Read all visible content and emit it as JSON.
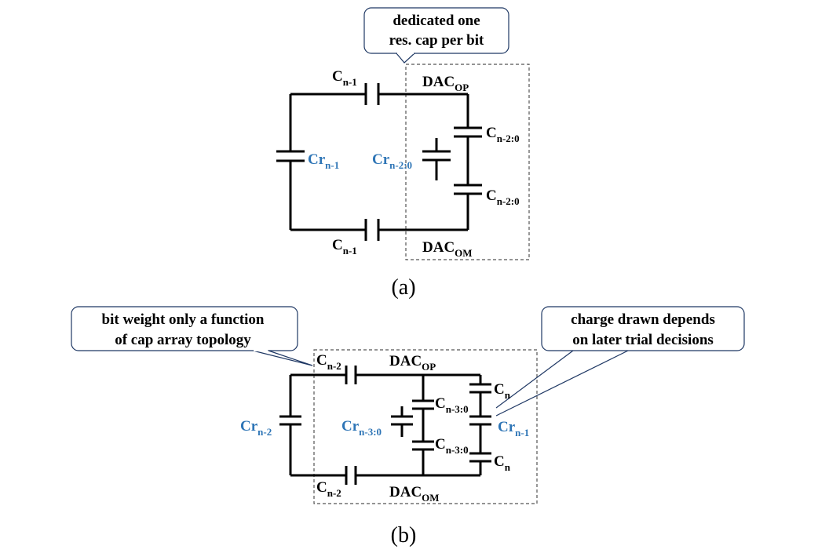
{
  "panel_a": {
    "caption": "(a)",
    "callout": {
      "line1": "dedicated one",
      "line2": "res. cap per bit"
    },
    "top_cap": {
      "base": "C",
      "sub": "n-1"
    },
    "bottom_cap": {
      "base": "C",
      "sub": "n-1"
    },
    "dac_top": {
      "base": "DAC",
      "sub": "OP"
    },
    "dac_bottom": {
      "base": "DAC",
      "sub": "OM"
    },
    "left_res": {
      "base": "Cr",
      "sub": "n-1"
    },
    "inner_res": {
      "base": "Cr",
      "sub": "n-2:0"
    },
    "right_cap_top": {
      "base": "C",
      "sub": "n-2:0"
    },
    "right_cap_bottom": {
      "base": "C",
      "sub": "n-2:0"
    }
  },
  "panel_b": {
    "caption": "(b)",
    "callout_left": {
      "line1": "bit weight only a function",
      "line2": "of cap array topology"
    },
    "callout_right": {
      "line1": "charge drawn depends",
      "line2": "on later trial decisions"
    },
    "top_cap": {
      "base": "C",
      "sub": "n-2"
    },
    "bottom_cap": {
      "base": "C",
      "sub": "n-2"
    },
    "dac_top": {
      "base": "DAC",
      "sub": "OP"
    },
    "dac_bottom": {
      "base": "DAC",
      "sub": "OM"
    },
    "left_res": {
      "base": "Cr",
      "sub": "n-2"
    },
    "inner_res": {
      "base": "Cr",
      "sub": "n-3:0"
    },
    "mid_cap_top": {
      "base": "C",
      "sub": "n-3:0"
    },
    "mid_cap_bottom": {
      "base": "C",
      "sub": "n-3:0"
    },
    "right_cap_top": {
      "base": "C",
      "sub": "n"
    },
    "right_cap_bottom": {
      "base": "C",
      "sub": "n"
    },
    "right_res": {
      "base": "Cr",
      "sub": "n-1"
    }
  },
  "colors": {
    "resistor_label": "#2E75B6",
    "callout_border": "#1F3864",
    "wire": "#000000"
  }
}
